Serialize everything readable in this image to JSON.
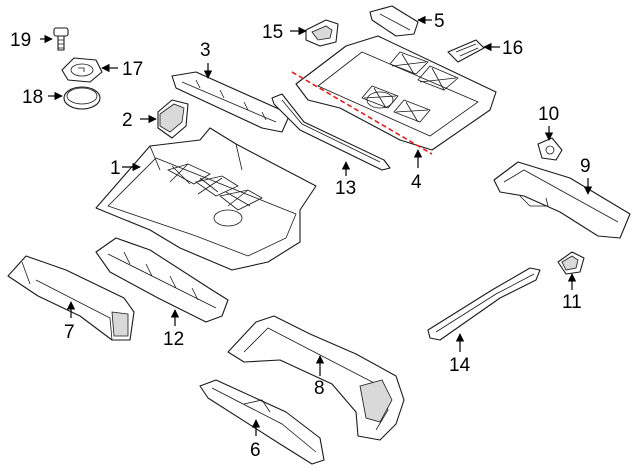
{
  "diagram": {
    "callouts": [
      {
        "id": "1",
        "label": "1"
      },
      {
        "id": "2",
        "label": "2"
      },
      {
        "id": "3",
        "label": "3"
      },
      {
        "id": "4",
        "label": "4"
      },
      {
        "id": "5",
        "label": "5"
      },
      {
        "id": "6",
        "label": "6"
      },
      {
        "id": "7",
        "label": "7"
      },
      {
        "id": "8",
        "label": "8"
      },
      {
        "id": "9",
        "label": "9"
      },
      {
        "id": "10",
        "label": "10"
      },
      {
        "id": "11",
        "label": "11"
      },
      {
        "id": "12",
        "label": "12"
      },
      {
        "id": "13",
        "label": "13"
      },
      {
        "id": "14",
        "label": "14"
      },
      {
        "id": "15",
        "label": "15"
      },
      {
        "id": "16",
        "label": "16"
      },
      {
        "id": "17",
        "label": "17"
      },
      {
        "id": "18",
        "label": "18"
      },
      {
        "id": "19",
        "label": "19"
      }
    ],
    "cut_line_color": "#e0201b"
  }
}
